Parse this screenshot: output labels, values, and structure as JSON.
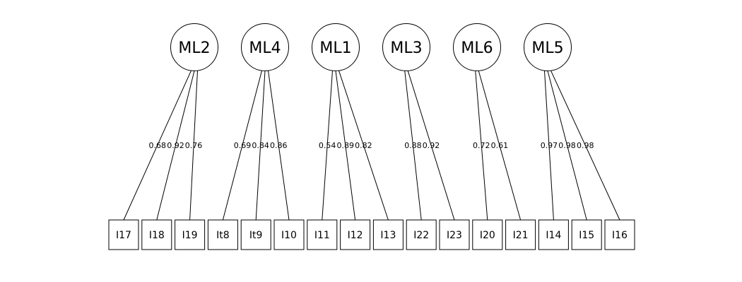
{
  "factors": [
    {
      "id": "ML2",
      "items": [
        {
          "label": "I17",
          "loading": "0.68"
        },
        {
          "label": "I18",
          "loading": "0.92"
        },
        {
          "label": "I19",
          "loading": "0.76"
        }
      ]
    },
    {
      "id": "ML4",
      "items": [
        {
          "label": "It8",
          "loading": "0.69"
        },
        {
          "label": "It9",
          "loading": "0.84"
        },
        {
          "label": "I10",
          "loading": "0.86"
        }
      ]
    },
    {
      "id": "ML1",
      "items": [
        {
          "label": "I11",
          "loading": "0.54"
        },
        {
          "label": "I12",
          "loading": "0.89"
        },
        {
          "label": "I13",
          "loading": "0.82"
        }
      ]
    },
    {
      "id": "ML3",
      "items": [
        {
          "label": "I22",
          "loading": "0.88"
        },
        {
          "label": "I23",
          "loading": "0.92"
        }
      ]
    },
    {
      "id": "ML6",
      "items": [
        {
          "label": "I20",
          "loading": "0.72"
        },
        {
          "label": "I21",
          "loading": "0.61"
        }
      ]
    },
    {
      "id": "ML5",
      "items": [
        {
          "label": "I14",
          "loading": "0.97"
        },
        {
          "label": "I15",
          "loading": "0.98"
        },
        {
          "label": "I16",
          "loading": "0.98"
        }
      ]
    }
  ]
}
